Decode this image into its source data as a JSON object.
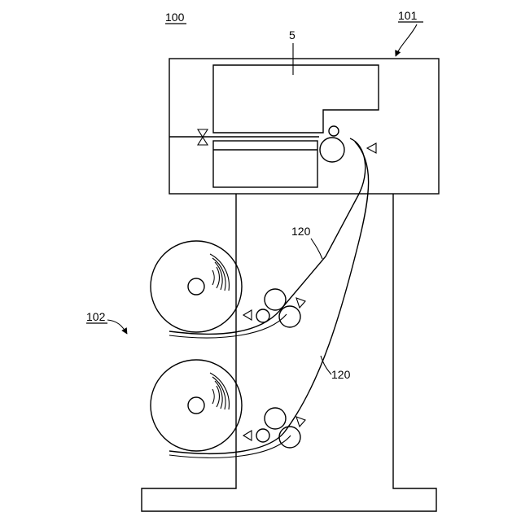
{
  "labels": {
    "system": "100",
    "printer_unit": "101",
    "feeder_unit": "102",
    "head": "5",
    "medium_upper": "120",
    "medium_lower": "120"
  }
}
